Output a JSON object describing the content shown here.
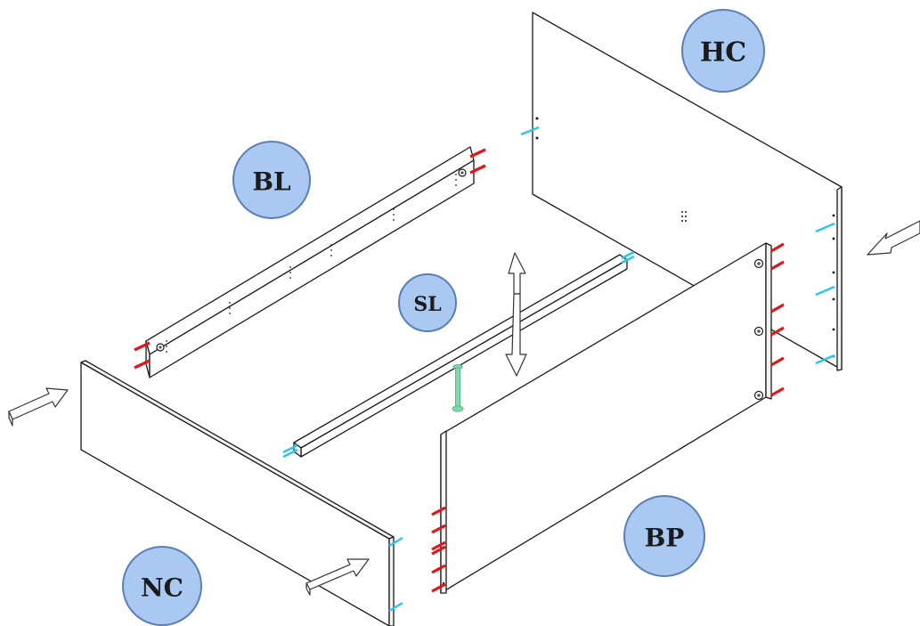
{
  "labels": {
    "hc": "HC",
    "bl": "BL",
    "sl": "SL",
    "nc": "NC",
    "bp": "BP"
  },
  "colors": {
    "label_fill": "#a9c9f2",
    "label_stroke": "#5b7fb5",
    "dowel_red": "#e0161b",
    "dowel_cyan": "#29c6e8",
    "screw_green": "#7fd9a8"
  }
}
